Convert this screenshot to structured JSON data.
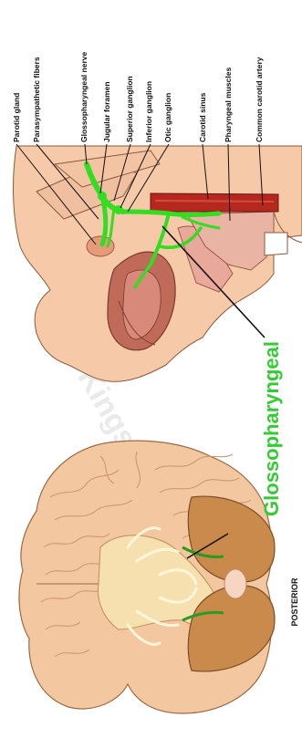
{
  "title": "Glossopharyngeal",
  "orientation_label": "POSTERIOR",
  "labels": [
    {
      "key": "parotid",
      "text": "Parotid gland"
    },
    {
      "key": "parasym",
      "text": "Parasympathetic fibers"
    },
    {
      "key": "glossonerve",
      "text": "Glossopharyngeal nerve"
    },
    {
      "key": "jugular",
      "text": "Jugular foramen"
    },
    {
      "key": "superior",
      "text": "Superior ganglion"
    },
    {
      "key": "inferior",
      "text": "Inferior ganglion"
    },
    {
      "key": "otic",
      "text": "Otic ganglion"
    },
    {
      "key": "sinus",
      "text": "Carotid sinus"
    },
    {
      "key": "pharyngeal",
      "text": "Pharyngeal muscles"
    },
    {
      "key": "carotid",
      "text": "Common carotid artery"
    }
  ],
  "watermark": "Kingsbury Education",
  "colors": {
    "nerve": "#33dd22",
    "title": "#33cc33",
    "skin": "#f6c9a8",
    "brain": "#e8b88a",
    "cerebellum": "#c98a4b",
    "muscle": "#c06a5a",
    "artery": "#b5281f"
  }
}
